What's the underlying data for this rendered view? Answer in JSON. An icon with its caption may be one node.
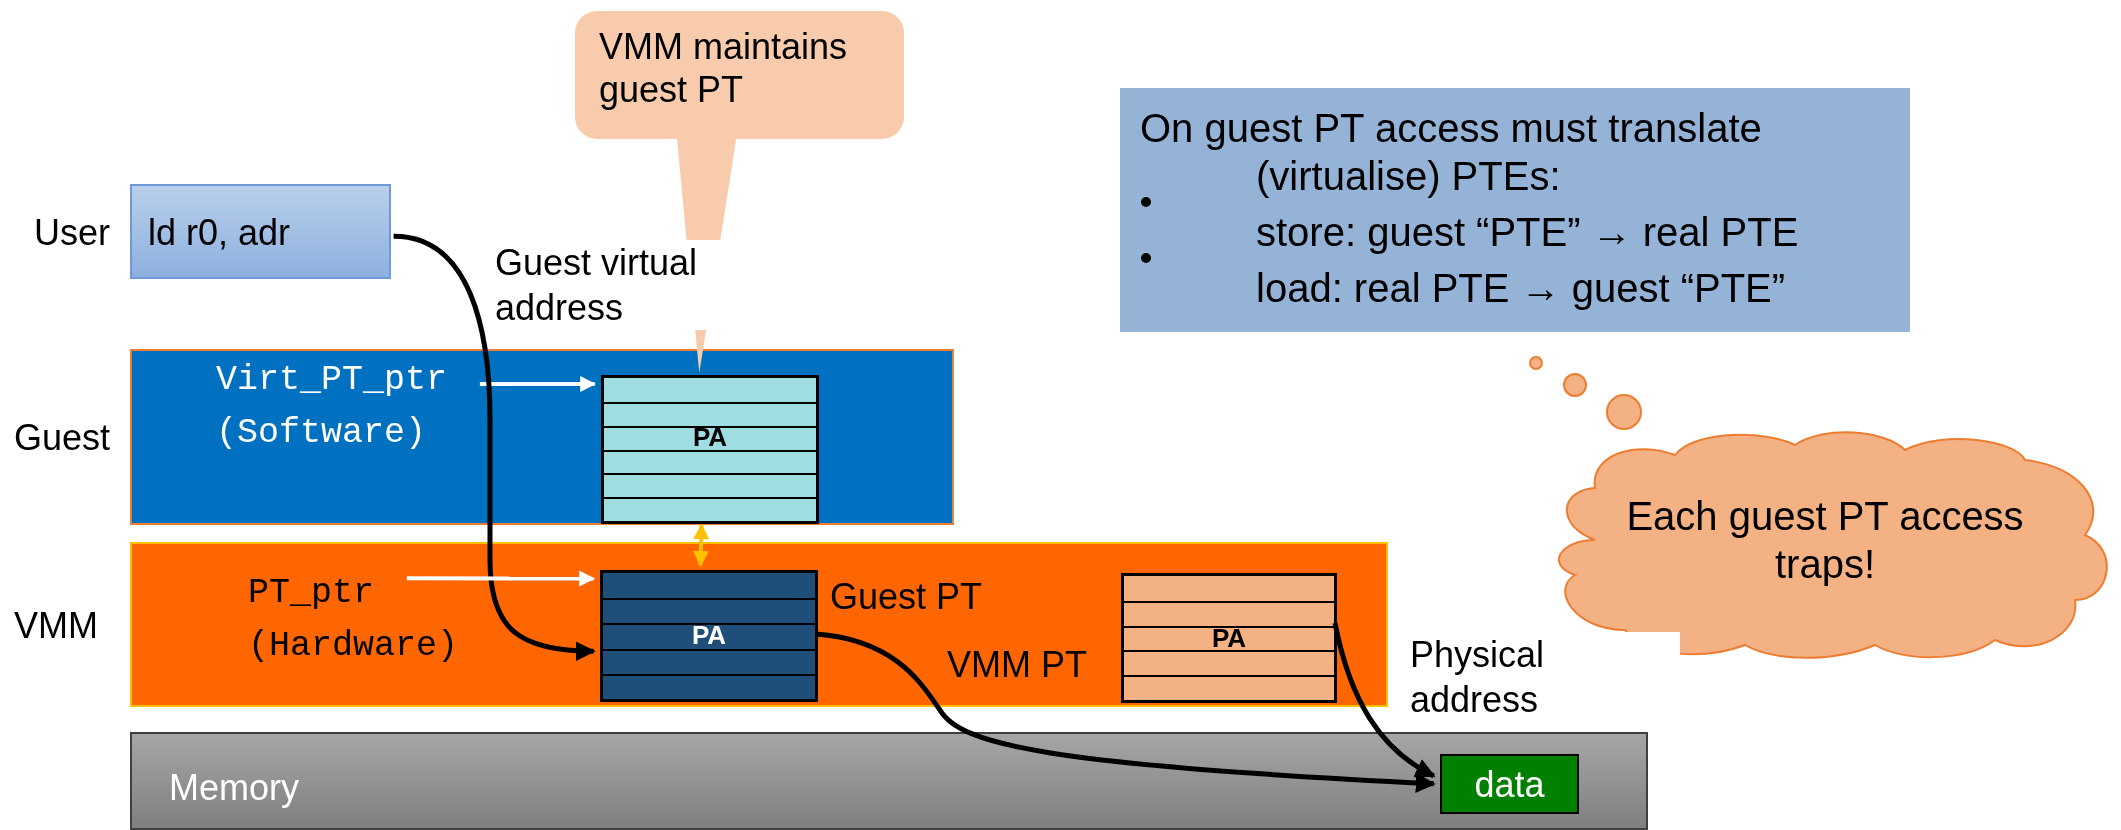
{
  "diagram": {
    "nodes": [
      {
        "text": [
          "VMM maintains guest PT"
        ]
      },
      {
        "text": [
          "ld r0, adr"
        ],
        "beside": [
          "User"
        ]
      },
      {
        "text": [
          "Guest"
        ]
      },
      {
        "text": [
          "Virt_PT_ptr (Software)"
        ],
        "in": 2
      },
      {
        "text": [
          "PA"
        ],
        "in": 2
      },
      {
        "text": [
          "VMM"
        ]
      },
      {
        "text": [
          "PT_ptr (Hardware)"
        ],
        "in": 5
      },
      {
        "text": [
          "PA"
        ],
        "beside": [
          "Guest PT"
        ],
        "in": 5
      },
      {
        "text": [
          "PA"
        ],
        "beside": [
          "VMM PT"
        ],
        "in": 5
      },
      {
        "text": [
          "Memory"
        ]
      },
      {
        "text": [
          "data"
        ],
        "in": 9
      },
      {
        "text": [
          "On guest PT access must translate (virtualise) PTEs:",
          "store: guest “PTE” → real PTE",
          "load: real PTE → guest “PTE”"
        ]
      },
      {
        "text": [
          "Each guest PT access traps!"
        ]
      }
    ],
    "edges": [
      {
        "from": 0,
        "to": 4,
        "arrow": "none",
        "color": "#f8cbad"
      },
      {
        "from": 3,
        "to": 4,
        "arrow": "to",
        "color": "#ffffff"
      },
      {
        "from": 1,
        "to": 7,
        "arrow": "to",
        "label": "Guest virtual address"
      },
      {
        "from": 4,
        "to": 7,
        "arrow": "both",
        "color": "#ffc000"
      },
      {
        "from": 6,
        "to": 7,
        "arrow": "to",
        "color": "#ffffff"
      },
      {
        "from": 7,
        "to": 10,
        "arrow": "to"
      },
      {
        "from": 8,
        "to": 10,
        "arrow": "to",
        "label": "Physical address"
      }
    ]
  }
}
